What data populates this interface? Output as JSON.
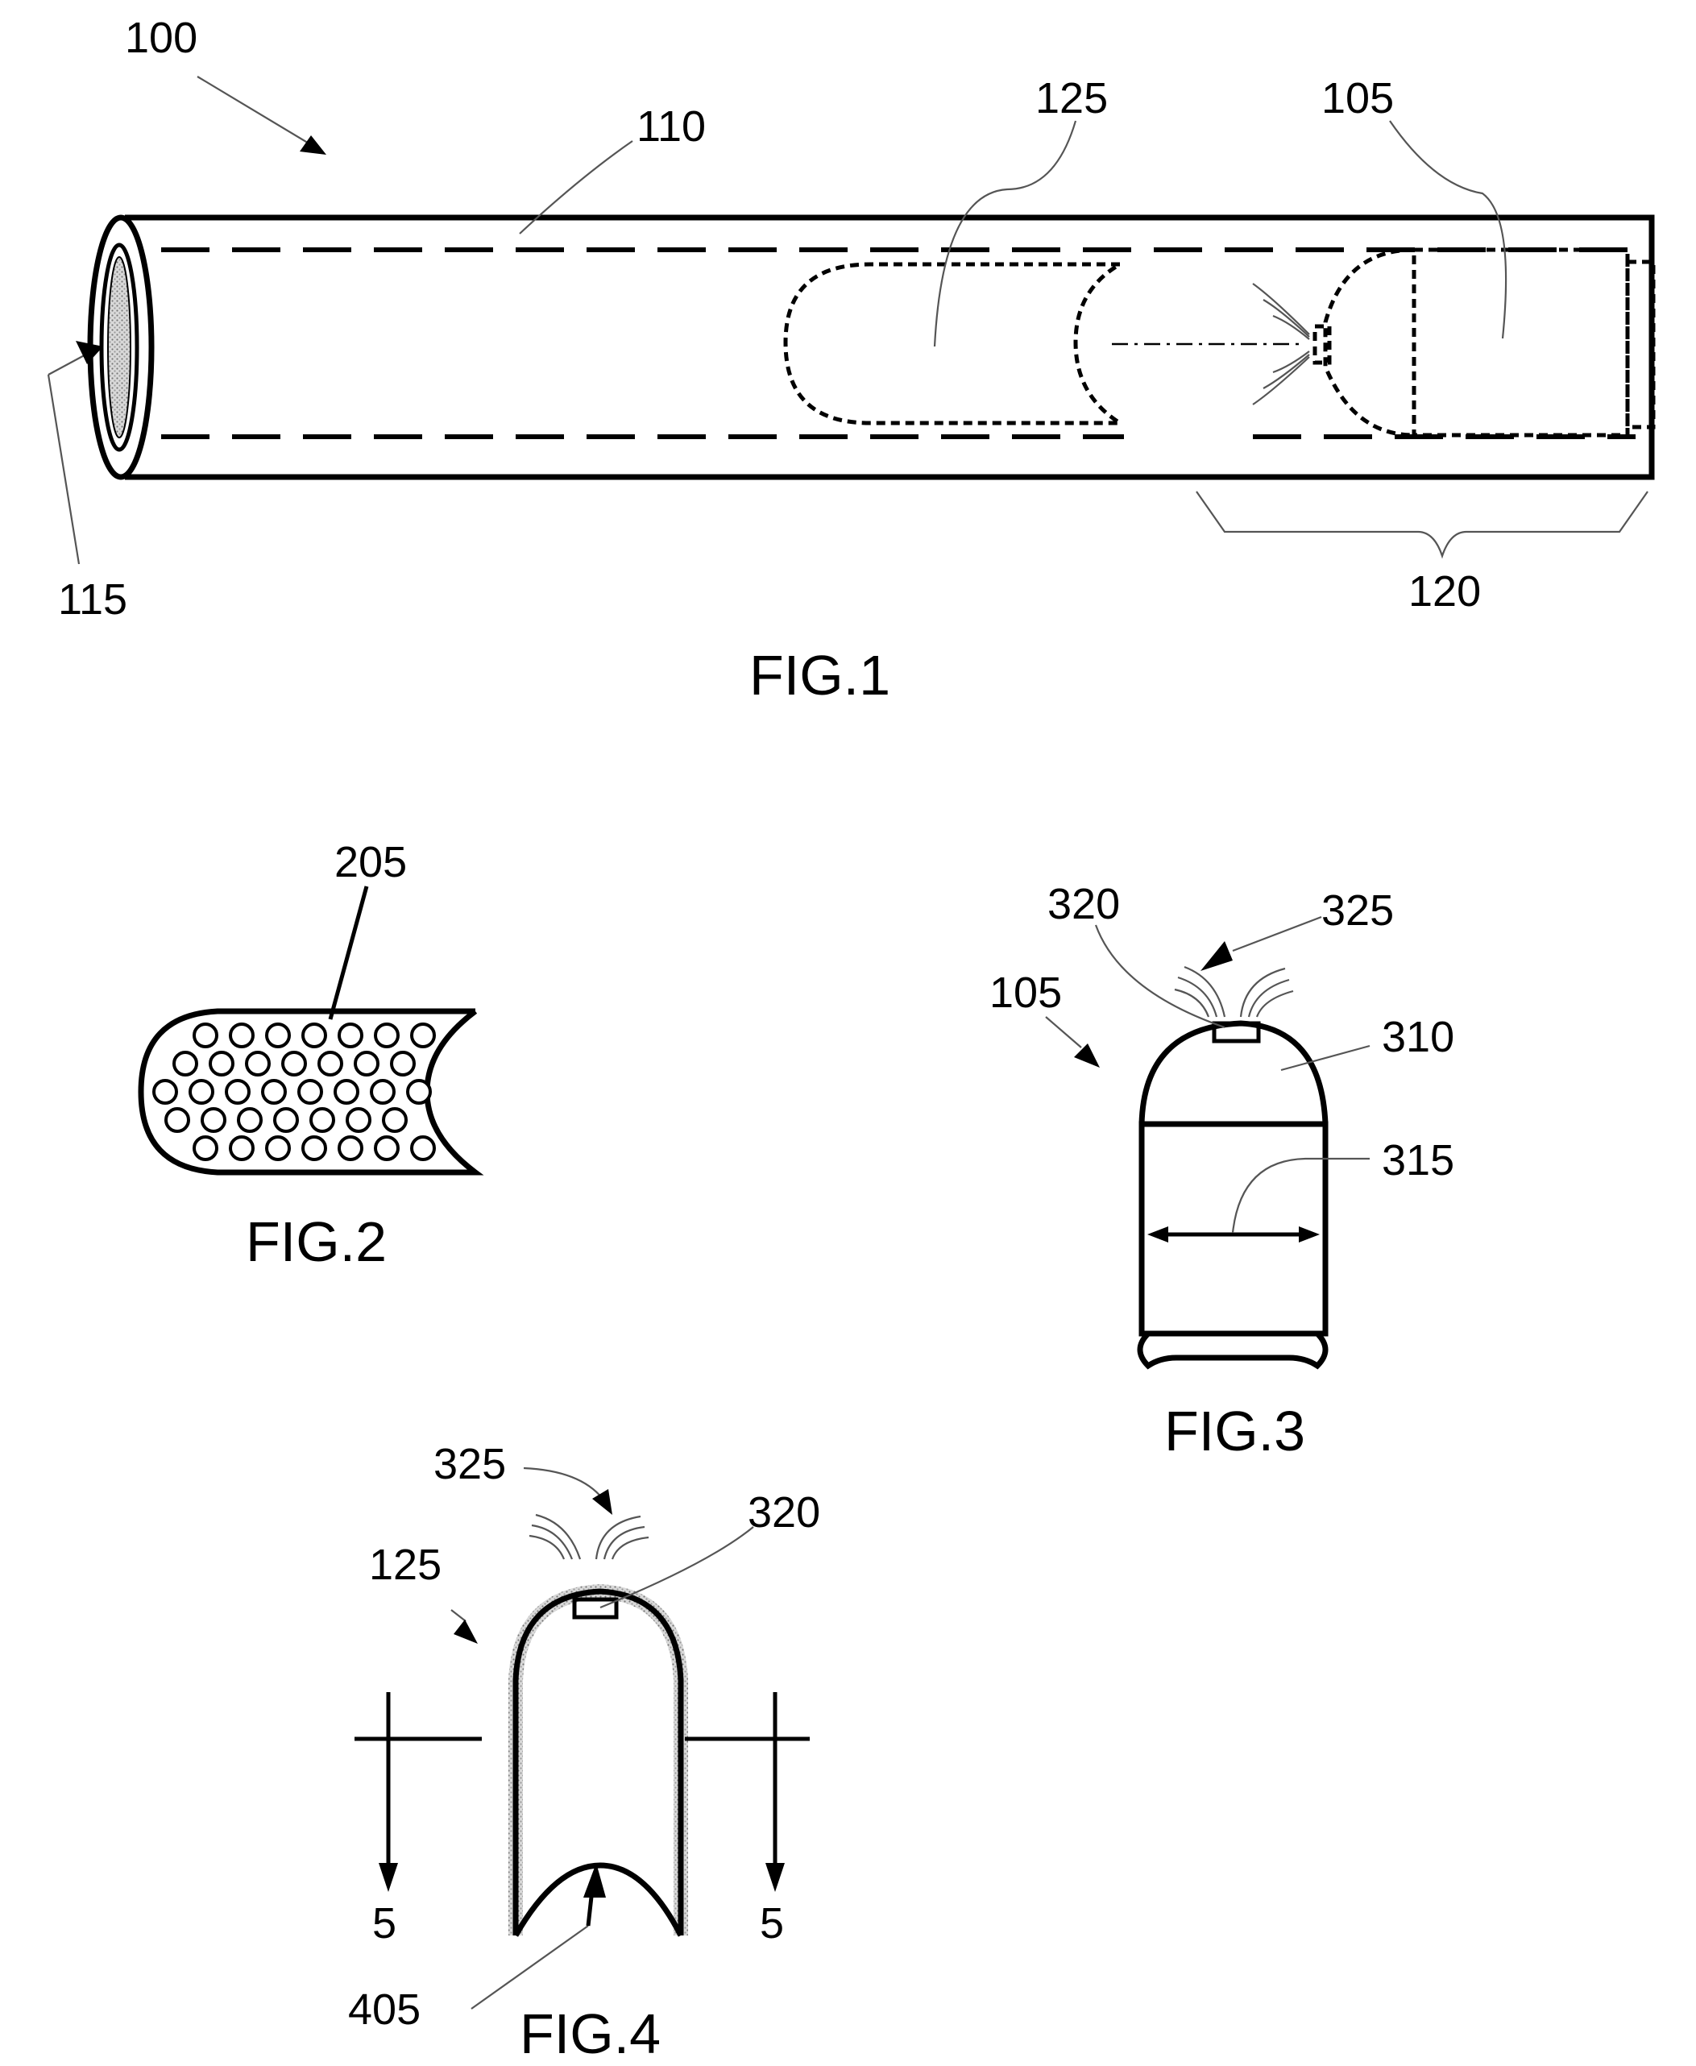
{
  "fig1": {
    "caption": "FIG.1",
    "labels": {
      "r100": "100",
      "r110": "110",
      "r125": "125",
      "r105": "105",
      "r115": "115",
      "r120": "120"
    }
  },
  "fig2": {
    "caption": "FIG.2",
    "labels": {
      "r205": "205"
    }
  },
  "fig3": {
    "caption": "FIG.3",
    "labels": {
      "r320": "320",
      "r325": "325",
      "r105": "105",
      "r310": "310",
      "r315": "315"
    }
  },
  "fig4": {
    "caption": "FIG.4",
    "labels": {
      "r325": "325",
      "r320": "320",
      "r125": "125",
      "r405": "405",
      "sec_left": "5",
      "sec_right": "5"
    }
  }
}
